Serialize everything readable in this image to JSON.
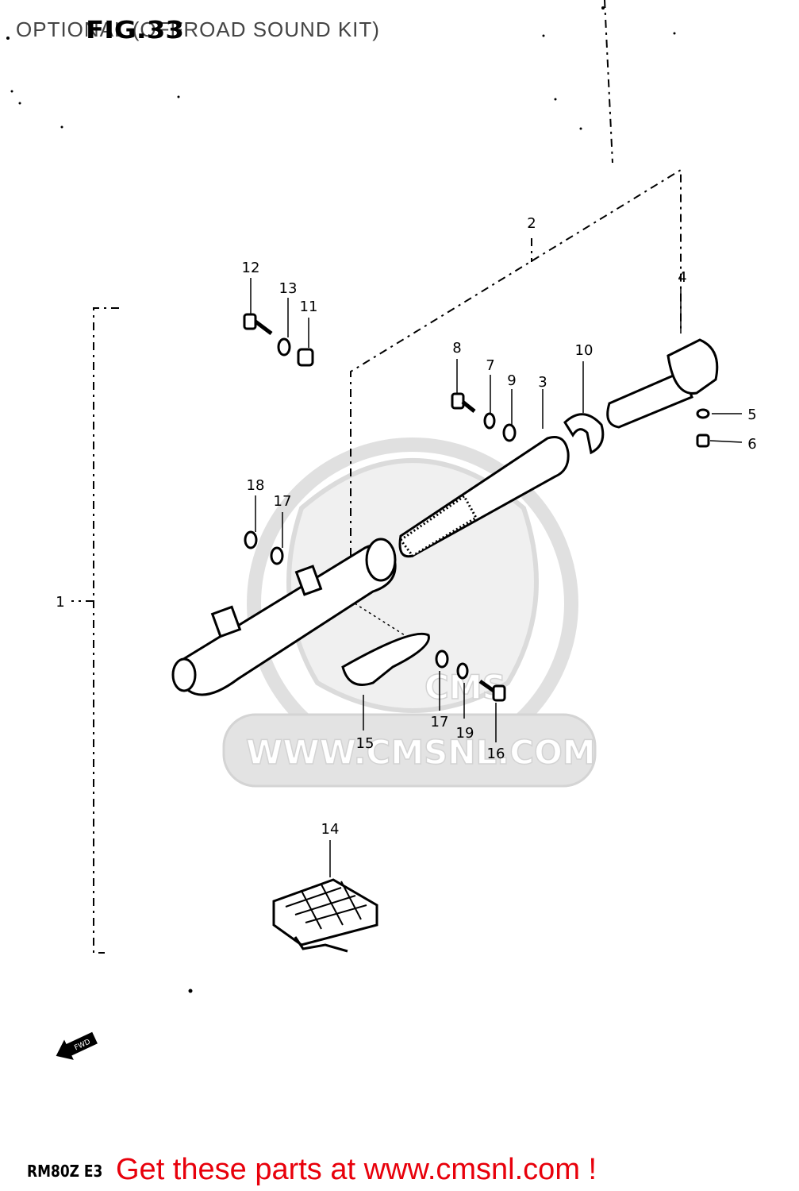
{
  "header": {
    "title": "OPTIONAL (OFFROAD SOUND KIT)",
    "figure_label": "FIG.33"
  },
  "watermark": {
    "text": "WWW.CMSNL.COM",
    "logo_text": "CMS"
  },
  "fwd_arrow": {
    "label": "FWD"
  },
  "callouts": [
    "1",
    "2",
    "3",
    "4",
    "5",
    "6",
    "7",
    "8",
    "9",
    "10",
    "11",
    "12",
    "13",
    "14",
    "15",
    "16",
    "17",
    "17",
    "18",
    "19"
  ],
  "footer": {
    "model_code": "RM80Z E3",
    "link_text": "Get these parts at www.cmsnl.com !"
  },
  "colors": {
    "link": "#e8000b",
    "line_art": "#000000",
    "watermark": "#d8d8d8"
  }
}
